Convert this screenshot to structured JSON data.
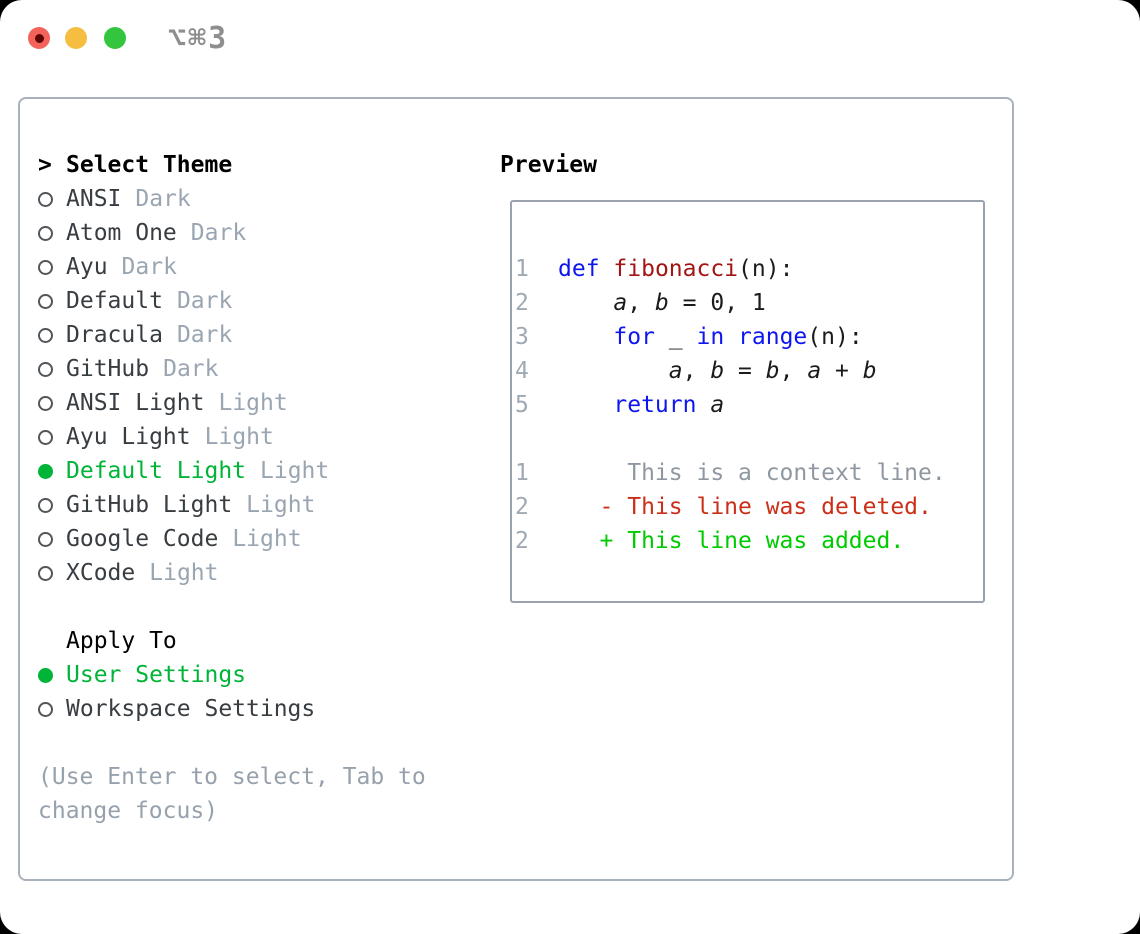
{
  "window": {
    "title": "⌥⌘3",
    "traffic_lights": [
      "close",
      "minimize",
      "maximize"
    ],
    "colors": {
      "close": "#f4635a",
      "minimize": "#f6be40",
      "maximize": "#33c53e",
      "selection_green": "#00b438",
      "keyword_blue": "#0d16ef",
      "function_red": "#a31515",
      "deleted_red": "#cb2f17",
      "added_green": "#00cb00",
      "muted_gray": "#9aa5b2"
    }
  },
  "theme_panel": {
    "header": {
      "prefix": ">",
      "label": "Select Theme"
    },
    "themes": [
      {
        "name": "ANSI",
        "variant": "Dark",
        "selected": false
      },
      {
        "name": "Atom One",
        "variant": "Dark",
        "selected": false
      },
      {
        "name": "Ayu",
        "variant": "Dark",
        "selected": false
      },
      {
        "name": "Default",
        "variant": "Dark",
        "selected": false
      },
      {
        "name": "Dracula",
        "variant": "Dark",
        "selected": false
      },
      {
        "name": "GitHub",
        "variant": "Dark",
        "selected": false
      },
      {
        "name": "ANSI Light",
        "variant": "Light",
        "selected": false
      },
      {
        "name": "Ayu Light",
        "variant": "Light",
        "selected": false
      },
      {
        "name": "Default Light",
        "variant": "Light",
        "selected": true
      },
      {
        "name": "GitHub Light",
        "variant": "Light",
        "selected": false
      },
      {
        "name": "Google Code",
        "variant": "Light",
        "selected": false
      },
      {
        "name": "XCode",
        "variant": "Light",
        "selected": false
      }
    ],
    "apply_to": {
      "label": "Apply To",
      "options": [
        {
          "name": "User Settings",
          "selected": true
        },
        {
          "name": "Workspace Settings",
          "selected": false
        }
      ]
    },
    "hint_lines": [
      "(Use Enter to select, Tab to",
      "change focus)"
    ]
  },
  "preview": {
    "label": "Preview",
    "code_lines": [
      {
        "num": "1",
        "tokens": [
          {
            "t": "def"
          },
          {
            "t": " "
          },
          {
            "t": "fibonacci"
          },
          {
            "t": "(n):"
          }
        ]
      },
      {
        "num": "2",
        "tokens": [
          {
            "t": "    "
          },
          {
            "t": "a"
          },
          {
            "t": ", "
          },
          {
            "t": "b"
          },
          {
            "t": " = 0, 1"
          }
        ]
      },
      {
        "num": "3",
        "tokens": [
          {
            "t": "    "
          },
          {
            "t": "for"
          },
          {
            "t": " _ "
          },
          {
            "t": "in"
          },
          {
            "t": " "
          },
          {
            "t": "range"
          },
          {
            "t": "(n):"
          }
        ]
      },
      {
        "num": "4",
        "tokens": [
          {
            "t": "        "
          },
          {
            "t": "a"
          },
          {
            "t": ", "
          },
          {
            "t": "b"
          },
          {
            "t": " = "
          },
          {
            "t": "b"
          },
          {
            "t": ", "
          },
          {
            "t": "a"
          },
          {
            "t": " + "
          },
          {
            "t": "b"
          }
        ]
      },
      {
        "num": "5",
        "tokens": [
          {
            "t": "    "
          },
          {
            "t": "return"
          },
          {
            "t": " "
          },
          {
            "t": "a"
          }
        ]
      }
    ],
    "diff_lines": [
      {
        "num": "1",
        "type": "context",
        "text": "     This is a context line."
      },
      {
        "num": "2",
        "type": "deleted",
        "text": "   - This line was deleted."
      },
      {
        "num": "2",
        "type": "added",
        "text": "   + This line was added."
      }
    ]
  }
}
